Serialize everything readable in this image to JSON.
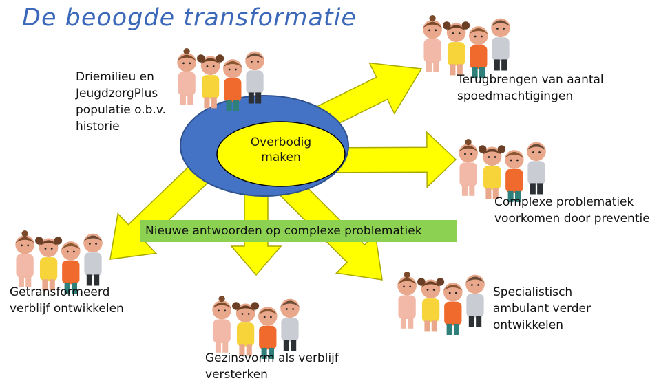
{
  "title": "De beoogde transformatie",
  "center": {
    "label": "Overbodig\nmaken"
  },
  "banner": {
    "text": "Nieuwe antwoorden op complexe problematiek"
  },
  "groups": {
    "origin": {
      "text": "Driemilieu en\nJeugdzorgPlus\npopulatie o.b.v.\nhistorie"
    },
    "top_right": {
      "text": "Terugbrengen van aantal\nspoedmachtigingen"
    },
    "right": {
      "text": "Complexe problematiek\nvoorkomen door preventie"
    },
    "left": {
      "text": "Getransformeerd\nverblijf ontwikkelen"
    },
    "bottom": {
      "text": "Gezinsvorm als verblijf\nversterken"
    },
    "bottom_right": {
      "text": "Specialistisch\nambulant verder\nontwikkelen"
    }
  },
  "colors": {
    "title": "#3b68b8",
    "arrow": "#ffff00",
    "arrow_stroke": "#a8a800",
    "outer_ellipse": "#4472c4",
    "inner_ellipse": "#ffff00",
    "banner": "#8cd152",
    "figure_1": "#f2b8a8",
    "figure_2": "#f7d43a",
    "figure_3": "#ef6a2c",
    "figure_4": "#c9cdd3"
  },
  "icons": [
    "family-figures-icon"
  ]
}
